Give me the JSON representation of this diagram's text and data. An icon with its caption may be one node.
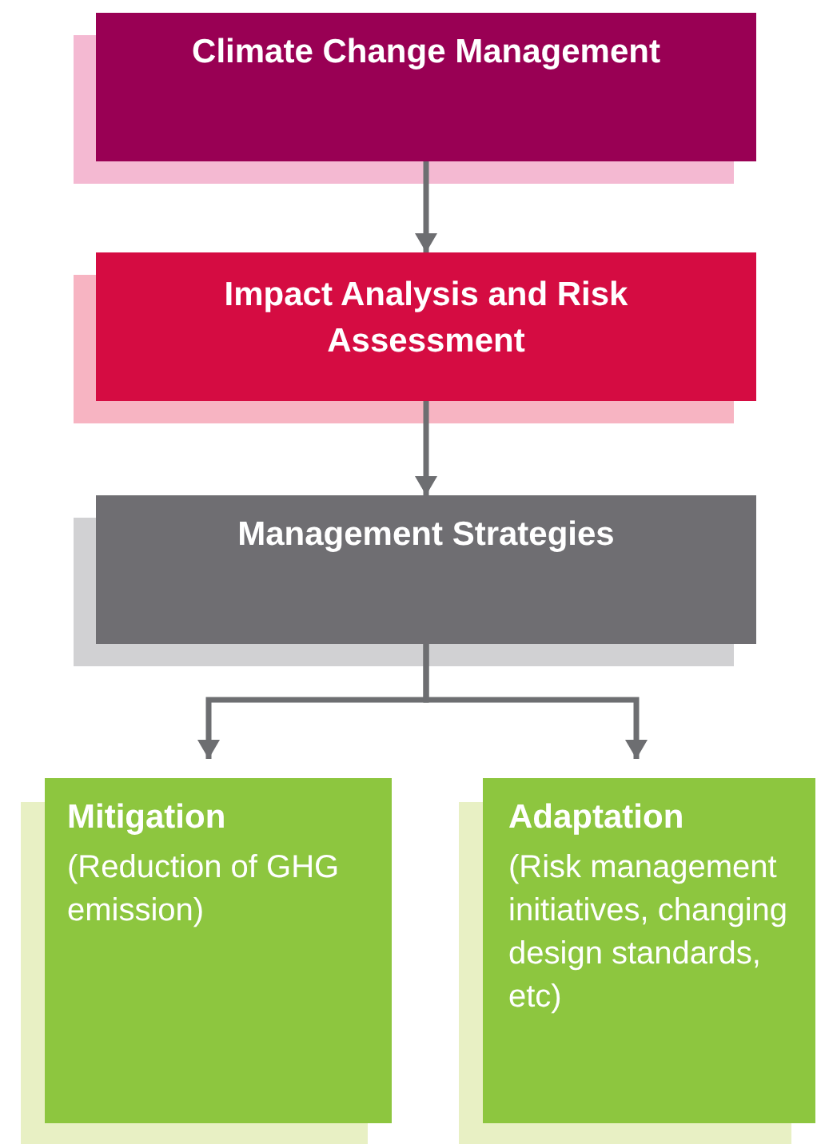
{
  "diagram": {
    "nodes": [
      {
        "text": [
          "Climate Change Management"
        ]
      },
      {
        "text": [
          "Impact Analysis and Risk Assessment"
        ]
      },
      {
        "text": [
          "Management Strategies"
        ]
      },
      {
        "text": [
          "Mitigation",
          "(Reduction of GHG emission)"
        ]
      },
      {
        "text": [
          "Adaptation",
          "(Risk management initiatives, changing design standards, etc)"
        ]
      }
    ],
    "edges": [
      {
        "from": 0,
        "to": 1,
        "arrow": "to"
      },
      {
        "from": 1,
        "to": 2,
        "arrow": "to"
      },
      {
        "from": 2,
        "to": 3,
        "arrow": "to"
      },
      {
        "from": 2,
        "to": 4,
        "arrow": "to"
      }
    ]
  }
}
